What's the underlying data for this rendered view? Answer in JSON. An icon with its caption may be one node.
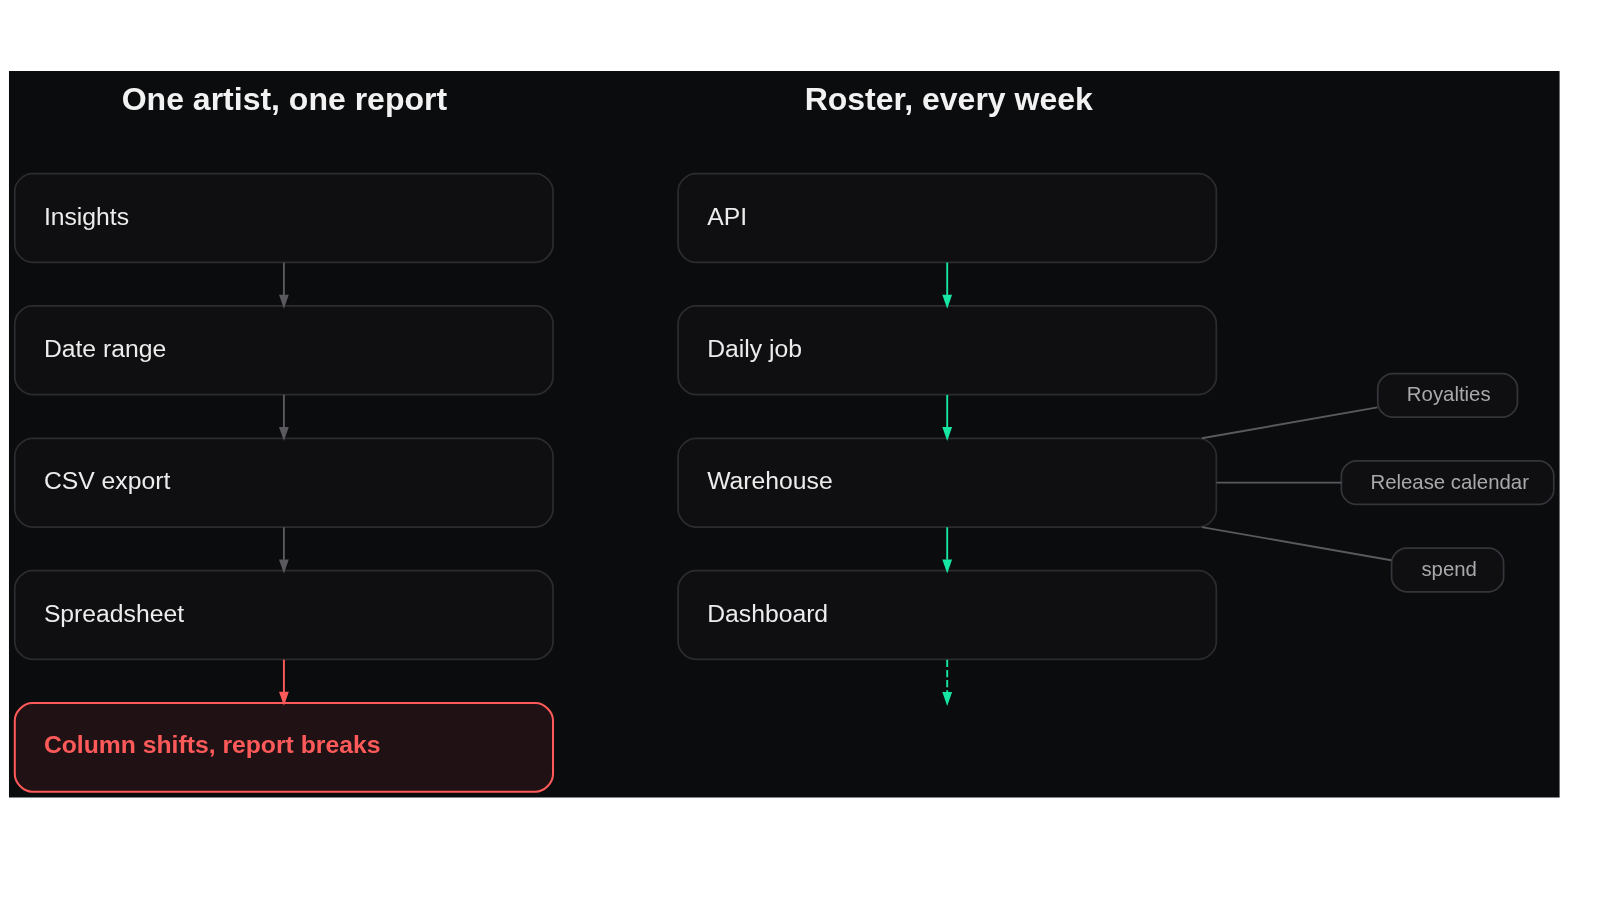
{
  "diagram": {
    "nodes": [
      {
        "text": [
          "Insights"
        ]
      },
      {
        "text": [
          "Date range"
        ]
      },
      {
        "text": [
          "CSV export"
        ]
      },
      {
        "text": [
          "Spreadsheet"
        ]
      },
      {
        "text": [
          "Column shifts, report breaks"
        ]
      },
      {
        "text": [
          "API"
        ]
      },
      {
        "text": [
          "Daily job"
        ]
      },
      {
        "text": [
          "Warehouse"
        ]
      },
      {
        "text": [
          "Royalties"
        ]
      },
      {
        "text": [
          "Release calendar"
        ]
      },
      {
        "text": [
          "spend"
        ]
      },
      {
        "text": [
          "Dashboard"
        ]
      }
    ],
    "edges": [
      {
        "from": 0,
        "to": 1,
        "arrow": "to"
      },
      {
        "from": 1,
        "to": 2,
        "arrow": "to"
      },
      {
        "from": 2,
        "to": 3,
        "arrow": "to"
      },
      {
        "from": 3,
        "to": 4,
        "arrow": "to",
        "color": "#ff5a5a"
      },
      {
        "from": 5,
        "to": 6,
        "arrow": "to",
        "color": "#16e6a2"
      },
      {
        "from": 6,
        "to": 7,
        "arrow": "to",
        "color": "#16e6a2"
      },
      {
        "from": 7,
        "to": 8,
        "arrow": "none"
      },
      {
        "from": 7,
        "to": 9,
        "arrow": "none"
      },
      {
        "from": 7,
        "to": 10,
        "arrow": "none"
      },
      {
        "from": 7,
        "to": 11,
        "arrow": "to",
        "color": "#16e6a2"
      },
      {
        "from": 11,
        "to": null,
        "arrow": "to",
        "style": "dashed",
        "color": "#16e6a2"
      }
    ],
    "labels": [
      "One artist, one report",
      "Roster, every week"
    ]
  }
}
